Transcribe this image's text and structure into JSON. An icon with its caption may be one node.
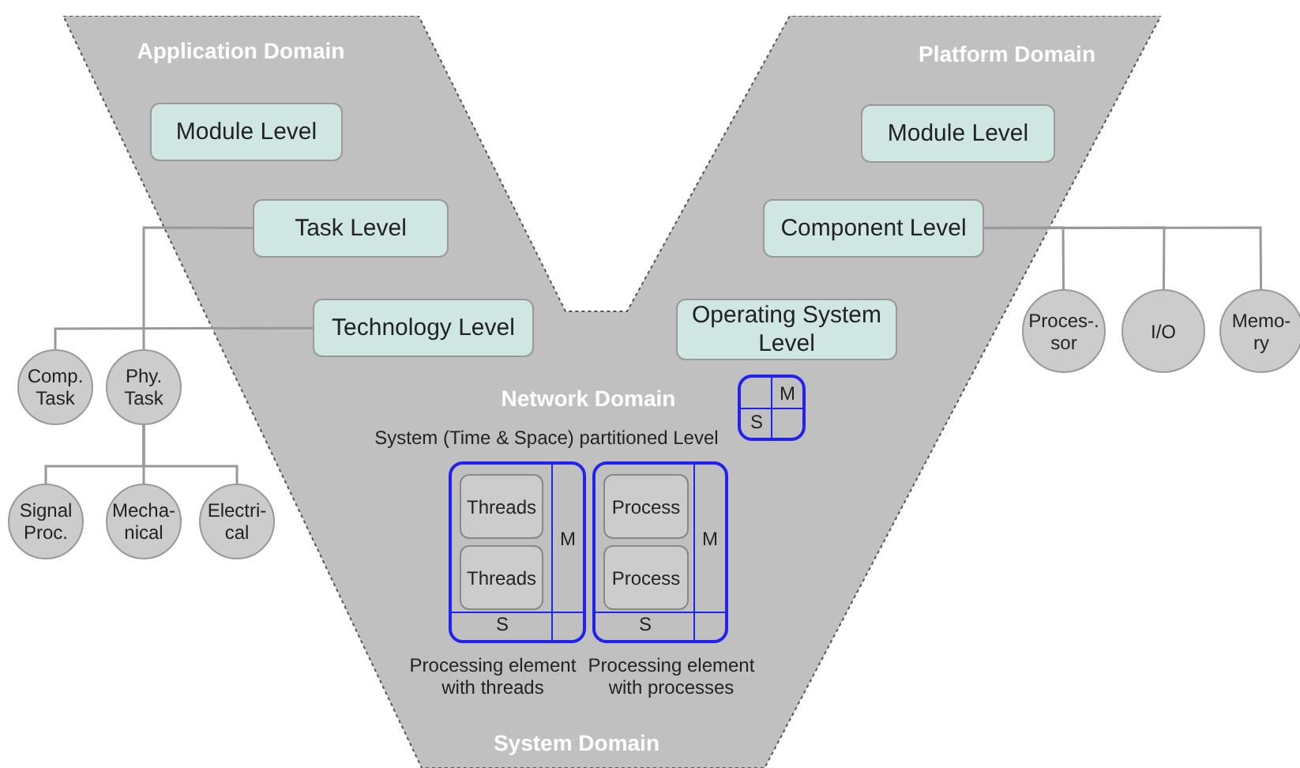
{
  "diagram": {
    "nodes": [
      {
        "text": [
          "Module Level"
        ],
        "in": 21
      },
      {
        "text": [
          "Task Level"
        ],
        "in": 21
      },
      {
        "text": [
          "Technology Level"
        ],
        "in": 21
      },
      {
        "text": [
          "Module Level"
        ],
        "in": 21
      },
      {
        "text": [
          "Component Level"
        ],
        "in": 21
      },
      {
        "text": [
          "Operating System Level"
        ],
        "in": 21
      },
      {
        "text": [
          "Comp. Task"
        ]
      },
      {
        "text": [
          "Phy. Task"
        ]
      },
      {
        "text": [
          "Signal Proc."
        ]
      },
      {
        "text": [
          "Mecha- nical"
        ]
      },
      {
        "text": [
          "Electri- cal"
        ]
      },
      {
        "text": [
          "Proces-. sor"
        ]
      },
      {
        "text": [
          "I/O"
        ]
      },
      {
        "text": [
          "Memo- ry"
        ]
      },
      {
        "text": [
          "M",
          "S"
        ],
        "in": 21
      },
      {
        "text": [
          "M",
          "S"
        ],
        "beside": [
          "Processing element with threads"
        ],
        "in": 21
      },
      {
        "text": [
          "Threads"
        ],
        "in": 15
      },
      {
        "text": [
          "Threads"
        ],
        "in": 15
      },
      {
        "text": [
          "M",
          "S"
        ],
        "beside": [
          "Processing element with processes"
        ],
        "in": 21
      },
      {
        "text": [
          "Process"
        ],
        "in": 18
      },
      {
        "text": [
          "Process"
        ],
        "in": 18
      },
      {
        "text": [],
        "shape": "band"
      }
    ],
    "edges": [
      {
        "from": 1,
        "to": 7,
        "arrow": "none"
      },
      {
        "from": 2,
        "to": 6,
        "arrow": "none"
      },
      {
        "from": 7,
        "to": 8,
        "arrow": "none"
      },
      {
        "from": 7,
        "to": 9,
        "arrow": "none"
      },
      {
        "from": 7,
        "to": 10,
        "arrow": "none"
      },
      {
        "from": 4,
        "to": 11,
        "arrow": "none"
      },
      {
        "from": 4,
        "to": 12,
        "arrow": "none"
      },
      {
        "from": 4,
        "to": 13,
        "arrow": "none"
      }
    ],
    "labels": [
      "Application Domain",
      "Platform Domain",
      "Network Domain",
      "System (Time & Space) partitioned Level",
      "System Domain"
    ]
  }
}
